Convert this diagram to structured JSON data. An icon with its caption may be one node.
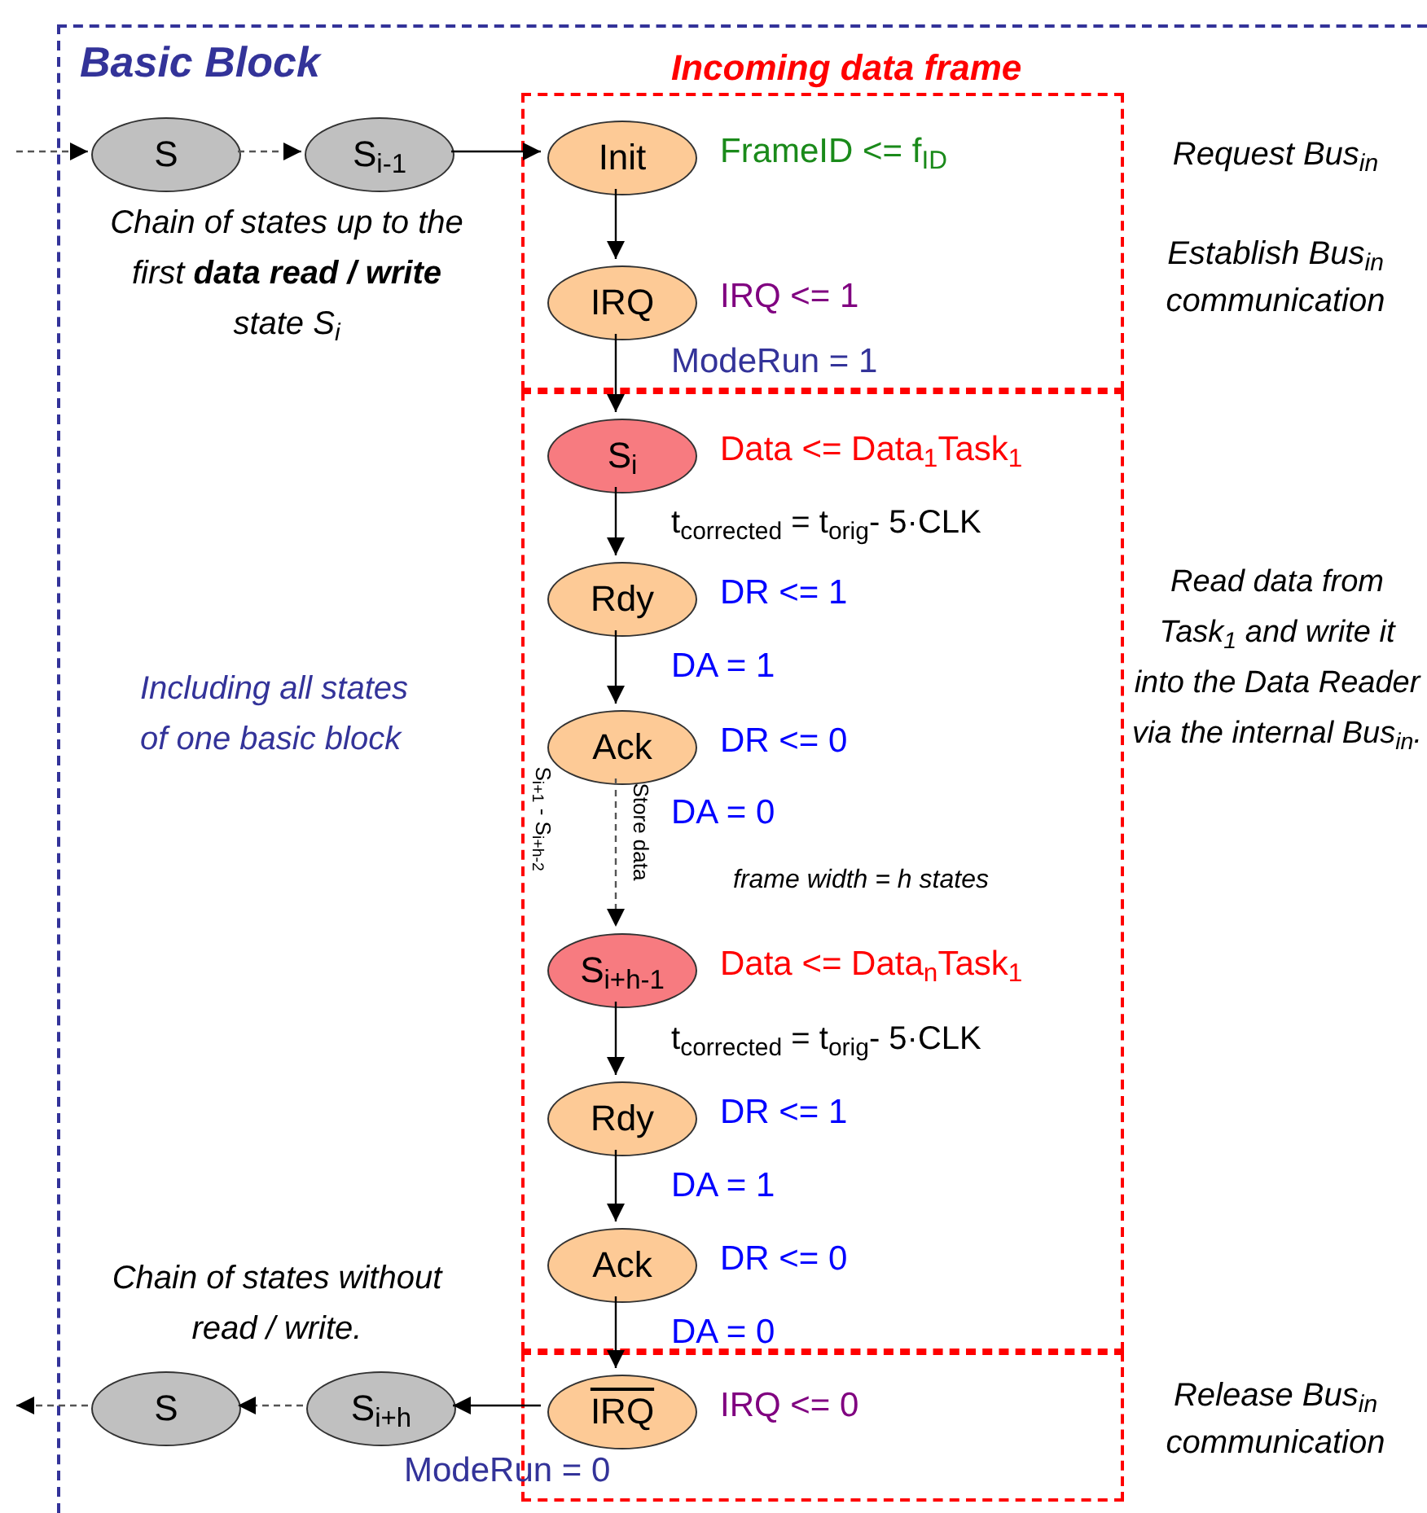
{
  "diagram": {
    "nodes": [
      {
        "text": [
          "Basic Block"
        ]
      },
      {
        "text": [
          "Incoming data frame"
        ],
        "in": 0
      },
      {
        "text": [],
        "shape": "box",
        "in": 0
      },
      {
        "text": [],
        "shape": "box",
        "in": 0
      },
      {
        "text": [
          "S"
        ],
        "in": 0
      },
      {
        "text": [
          "S$_{i-1}$"
        ],
        "in": 0
      },
      {
        "text": [
          "Init"
        ],
        "in": 1,
        "beside": [
          "FrameID <= f$_{ID}$"
        ]
      },
      {
        "text": [
          "IRQ"
        ],
        "in": 1,
        "beside": [
          "IRQ <= 1",
          "ModeRun = 1"
        ]
      },
      {
        "text": [
          "S$_{i}$"
        ],
        "in": 2,
        "beside": [
          "Data <= Data$_{1}$Task$_{1}$"
        ]
      },
      {
        "text": [
          "Rdy"
        ],
        "in": 2,
        "beside": [
          "DR <= 1",
          "DA = 1"
        ]
      },
      {
        "text": [
          "Ack"
        ],
        "in": 2,
        "beside": [
          "DR <= 0",
          "DA = 0"
        ]
      },
      {
        "text": [
          "S$_{i+h-1}$"
        ],
        "in": 2,
        "beside": [
          "Data <= Data$_{n}$Task$_{1}$"
        ]
      },
      {
        "text": [
          "Rdy"
        ],
        "in": 2,
        "beside": [
          "DR <= 1",
          "DA = 1"
        ]
      },
      {
        "text": [
          "Ack"
        ],
        "in": 2,
        "beside": [
          "DR <= 0",
          "DA = 0"
        ]
      },
      {
        "text": [
          "IRQ"
        ],
        "in": 3,
        "beside": [
          "IRQ <= 0",
          "ModeRun = 0"
        ]
      },
      {
        "text": [
          "S$_{i+h}$"
        ],
        "in": 0
      },
      {
        "text": [
          "S"
        ],
        "in": 0
      }
    ],
    "edges": [
      {
        "from": null,
        "to": 4,
        "arrow": "to",
        "style": "dashed"
      },
      {
        "from": 4,
        "to": 5,
        "arrow": "to",
        "style": "dashed"
      },
      {
        "from": 5,
        "to": 6,
        "arrow": "to"
      },
      {
        "from": 6,
        "to": 7,
        "arrow": "to"
      },
      {
        "from": 7,
        "to": 8,
        "arrow": "to"
      },
      {
        "from": 8,
        "to": 9,
        "arrow": "to"
      },
      {
        "from": 9,
        "to": 10,
        "arrow": "to"
      },
      {
        "from": 10,
        "to": 11,
        "arrow": "to",
        "style": "dashed",
        "label": "S$_{i+1}$ - S$_{i+h-2}$"
      },
      {
        "from": 11,
        "to": 12,
        "arrow": "to"
      },
      {
        "from": 12,
        "to": 13,
        "arrow": "to"
      },
      {
        "from": 13,
        "to": 14,
        "arrow": "to"
      },
      {
        "from": 14,
        "to": 15,
        "arrow": "to"
      },
      {
        "from": 15,
        "to": 16,
        "arrow": "to",
        "style": "dashed"
      },
      {
        "from": 16,
        "to": null,
        "arrow": "to",
        "style": "dashed"
      }
    ],
    "labels": [
      "Request Bus$_{in}$",
      "Chain of states up to the first **data read / write** state S$_{i}$",
      "Establish Bus$_{in}$ communication",
      "t$_{corrected}$ = t$_{orig}$- 5·CLK",
      "Read data from Task$_{1}$ and write it into the Data Reader via the internal Bus$_{in}$.",
      "Including all states of one basic block",
      "Store data",
      "frame width = h states",
      "t$_{corrected}$ = t$_{orig}$- 5·CLK",
      "Chain of states without read / write.",
      "Release Bus$_{in}$ communication"
    ]
  }
}
